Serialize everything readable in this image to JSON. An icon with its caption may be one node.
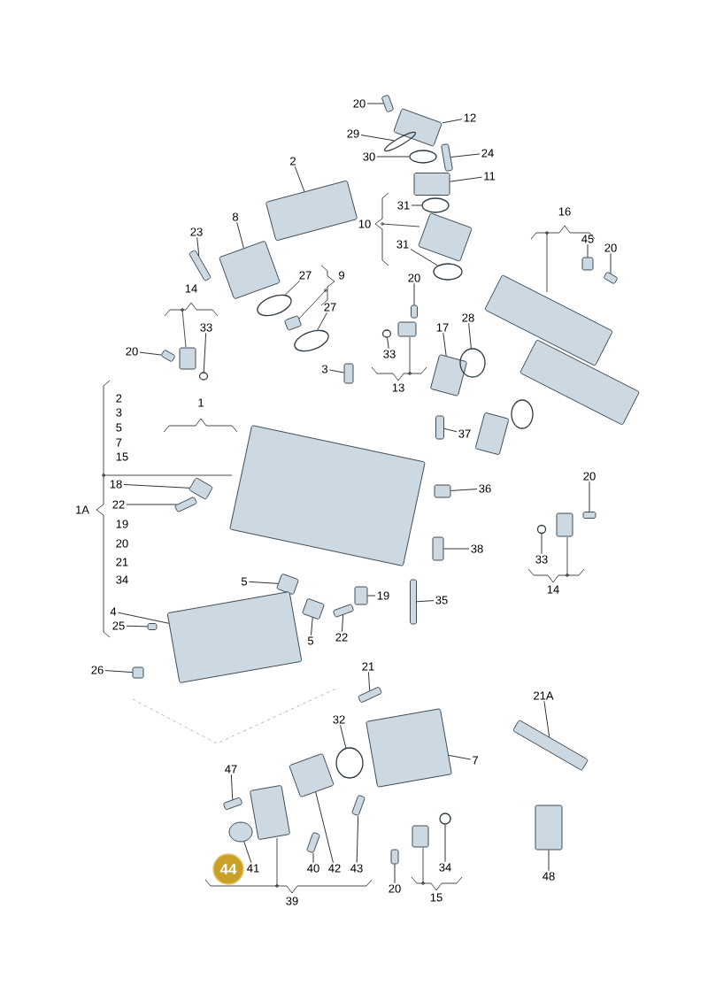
{
  "diagram": {
    "nodes": [
      {
        "text": [
          "20"
        ]
      },
      {
        "text": [
          "12"
        ]
      },
      {
        "text": [
          "29"
        ]
      },
      {
        "text": [
          "30"
        ]
      },
      {
        "text": [
          "24"
        ]
      },
      {
        "text": [
          "2"
        ]
      },
      {
        "text": [
          "11"
        ]
      },
      {
        "text": [
          "31"
        ]
      },
      {
        "text": [
          "31"
        ]
      },
      {
        "text": [
          "8"
        ]
      },
      {
        "text": [
          "23"
        ]
      },
      {
        "text": [
          "45"
        ]
      },
      {
        "text": [
          "20"
        ]
      },
      {
        "text": [
          "20"
        ]
      },
      {
        "text": [
          "27"
        ]
      },
      {
        "text": [
          "27"
        ]
      },
      {
        "text": [
          "33"
        ]
      },
      {
        "text": [
          "17"
        ]
      },
      {
        "text": [
          "28"
        ]
      },
      {
        "text": [
          "20"
        ]
      },
      {
        "text": [
          "33"
        ]
      },
      {
        "text": [
          "3"
        ]
      },
      {
        "text": [
          "37"
        ]
      },
      {
        "text": [
          "20"
        ]
      },
      {
        "text": [
          "18"
        ]
      },
      {
        "text": [
          "36"
        ]
      },
      {
        "text": [
          "22"
        ]
      },
      {
        "text": [
          "38"
        ]
      },
      {
        "text": [
          "33"
        ]
      },
      {
        "text": [
          "5"
        ]
      },
      {
        "text": [
          "19"
        ]
      },
      {
        "text": [
          "35"
        ]
      },
      {
        "text": [
          "4"
        ]
      },
      {
        "text": [
          "25"
        ]
      },
      {
        "text": [
          "5"
        ]
      },
      {
        "text": [
          "22"
        ]
      },
      {
        "text": [
          "26"
        ]
      },
      {
        "text": [
          "21"
        ]
      },
      {
        "text": [
          "21A"
        ]
      },
      {
        "text": [
          "32"
        ]
      },
      {
        "text": [
          "7"
        ]
      },
      {
        "text": [
          "47"
        ]
      },
      {
        "text": [
          "44"
        ]
      },
      {
        "text": [
          "41"
        ]
      },
      {
        "text": [
          "40"
        ]
      },
      {
        "text": [
          "42"
        ]
      },
      {
        "text": [
          "43"
        ]
      },
      {
        "text": [
          "20"
        ]
      },
      {
        "text": [
          "34"
        ]
      },
      {
        "text": [
          "48"
        ]
      },
      {
        "text": [],
        "shape": "box"
      },
      {
        "text": [],
        "shape": "box"
      },
      {
        "text": [],
        "shape": "circle"
      },
      {
        "text": [],
        "shape": "circle"
      },
      {
        "text": [],
        "shape": "box"
      },
      {
        "text": [],
        "shape": "box"
      },
      {
        "text": [],
        "shape": "box"
      },
      {
        "text": [],
        "shape": "circle"
      },
      {
        "text": [],
        "shape": "circle"
      },
      {
        "text": [],
        "shape": "box"
      },
      {
        "text": [],
        "shape": "box"
      },
      {
        "text": [],
        "shape": "box"
      },
      {
        "text": [],
        "shape": "box"
      },
      {
        "text": [],
        "shape": "box"
      },
      {
        "text": [],
        "shape": "circle"
      },
      {
        "text": [],
        "shape": "circle"
      },
      {
        "text": [],
        "shape": "circle"
      },
      {
        "text": [],
        "shape": "box"
      },
      {
        "text": [],
        "shape": "circle"
      },
      {
        "text": [],
        "shape": "box"
      },
      {
        "text": [],
        "shape": "circle"
      },
      {
        "text": [],
        "shape": "box"
      },
      {
        "text": [],
        "shape": "box"
      },
      {
        "text": [],
        "shape": "box"
      },
      {
        "text": [],
        "shape": "box"
      },
      {
        "text": [],
        "shape": "box"
      },
      {
        "text": [],
        "shape": "box"
      },
      {
        "text": [],
        "shape": "box"
      },
      {
        "text": [],
        "shape": "circle"
      },
      {
        "text": [],
        "shape": "box"
      },
      {
        "text": [],
        "shape": "box"
      },
      {
        "text": [],
        "shape": "box"
      },
      {
        "text": [],
        "shape": "box"
      },
      {
        "text": [],
        "shape": "box"
      },
      {
        "text": [],
        "shape": "box"
      },
      {
        "text": [],
        "shape": "box"
      },
      {
        "text": [],
        "shape": "box"
      },
      {
        "text": [],
        "shape": "box"
      },
      {
        "text": [],
        "shape": "box"
      },
      {
        "text": [],
        "shape": "circle"
      },
      {
        "text": [],
        "shape": "box"
      },
      {
        "text": [],
        "shape": "box"
      },
      {
        "text": [],
        "shape": "circle"
      },
      {
        "text": [],
        "shape": "box"
      },
      {
        "text": [],
        "shape": "box"
      },
      {
        "text": [],
        "shape": "box"
      },
      {
        "text": [],
        "shape": "box"
      },
      {
        "text": [],
        "shape": "circle"
      },
      {
        "text": [],
        "shape": "box"
      },
      {
        "text": [],
        "shape": "box"
      },
      {
        "text": [],
        "shape": "box"
      },
      {
        "text": [],
        "shape": "box"
      },
      {
        "text": [],
        "shape": "box"
      },
      {
        "text": [],
        "shape": "box"
      },
      {
        "text": [],
        "shape": "box"
      },
      {
        "text": [],
        "shape": "box"
      },
      {
        "text": [],
        "shape": "circle"
      },
      {
        "text": [],
        "shape": "box"
      },
      {
        "text": [],
        "shape": "box"
      },
      {
        "text": [],
        "shape": "box"
      },
      {
        "text": [],
        "shape": "box"
      }
    ],
    "edges": [
      {
        "from": 0,
        "to": 50,
        "arrow": "none"
      },
      {
        "from": 1,
        "to": 51,
        "arrow": "none"
      },
      {
        "from": 2,
        "to": 52,
        "arrow": "none"
      },
      {
        "from": 3,
        "to": 53,
        "arrow": "none"
      },
      {
        "from": 4,
        "to": 54,
        "arrow": "none"
      },
      {
        "from": 5,
        "to": 55,
        "arrow": "none"
      },
      {
        "from": 6,
        "to": 56,
        "arrow": "none"
      },
      {
        "from": 7,
        "to": 57,
        "arrow": "none"
      },
      {
        "from": 8,
        "to": 58,
        "arrow": "none"
      },
      {
        "from": 9,
        "to": 59,
        "arrow": "none"
      },
      {
        "from": 10,
        "to": 60,
        "arrow": "none"
      },
      {
        "from": 11,
        "to": 61,
        "arrow": "none"
      },
      {
        "from": 12,
        "to": 62,
        "arrow": "none"
      },
      {
        "from": 13,
        "to": 63,
        "arrow": "none"
      },
      {
        "from": 14,
        "to": 64,
        "arrow": "none"
      },
      {
        "from": 15,
        "to": 65,
        "arrow": "none"
      },
      {
        "from": 16,
        "to": 66,
        "arrow": "none"
      },
      {
        "from": 17,
        "to": 67,
        "arrow": "none"
      },
      {
        "from": 18,
        "to": 68,
        "arrow": "none"
      },
      {
        "from": 19,
        "to": 69,
        "arrow": "none"
      },
      {
        "from": 20,
        "to": 70,
        "arrow": "none"
      },
      {
        "from": 21,
        "to": 71,
        "arrow": "none"
      },
      {
        "from": 22,
        "to": 72,
        "arrow": "none"
      },
      {
        "from": 23,
        "to": 73,
        "arrow": "none"
      },
      {
        "from": 24,
        "to": 74,
        "arrow": "none"
      },
      {
        "from": 25,
        "to": 75,
        "arrow": "none"
      },
      {
        "from": 26,
        "to": 76,
        "arrow": "none"
      },
      {
        "from": 27,
        "to": 77,
        "arrow": "none"
      },
      {
        "from": 28,
        "to": 78,
        "arrow": "none"
      },
      {
        "from": 29,
        "to": 79,
        "arrow": "none"
      },
      {
        "from": 30,
        "to": 80,
        "arrow": "none"
      },
      {
        "from": 31,
        "to": 81,
        "arrow": "none"
      },
      {
        "from": 32,
        "to": 82,
        "arrow": "none"
      },
      {
        "from": 33,
        "to": 83,
        "arrow": "none"
      },
      {
        "from": 34,
        "to": 84,
        "arrow": "none"
      },
      {
        "from": 35,
        "to": 85,
        "arrow": "none"
      },
      {
        "from": 36,
        "to": 86,
        "arrow": "none"
      },
      {
        "from": 37,
        "to": 87,
        "arrow": "none"
      },
      {
        "from": 38,
        "to": 88,
        "arrow": "none"
      },
      {
        "from": 39,
        "to": 89,
        "arrow": "none"
      },
      {
        "from": 40,
        "to": 90,
        "arrow": "none"
      },
      {
        "from": 41,
        "to": 91,
        "arrow": "none"
      },
      {
        "from": 43,
        "to": 92,
        "arrow": "none"
      },
      {
        "from": 44,
        "to": 93,
        "arrow": "none"
      },
      {
        "from": 45,
        "to": 94,
        "arrow": "none"
      },
      {
        "from": 46,
        "to": 95,
        "arrow": "none"
      },
      {
        "from": 47,
        "to": 96,
        "arrow": "none"
      },
      {
        "from": 48,
        "to": 97,
        "arrow": "none"
      },
      {
        "from": 49,
        "to": 98,
        "arrow": "none"
      }
    ],
    "labels": [
      "16",
      "10",
      "9",
      "14",
      "13",
      "1",
      "2",
      "3",
      "5",
      "7",
      "15",
      "1A",
      "19",
      "20",
      "21",
      "34",
      "14",
      "15",
      "39"
    ]
  }
}
